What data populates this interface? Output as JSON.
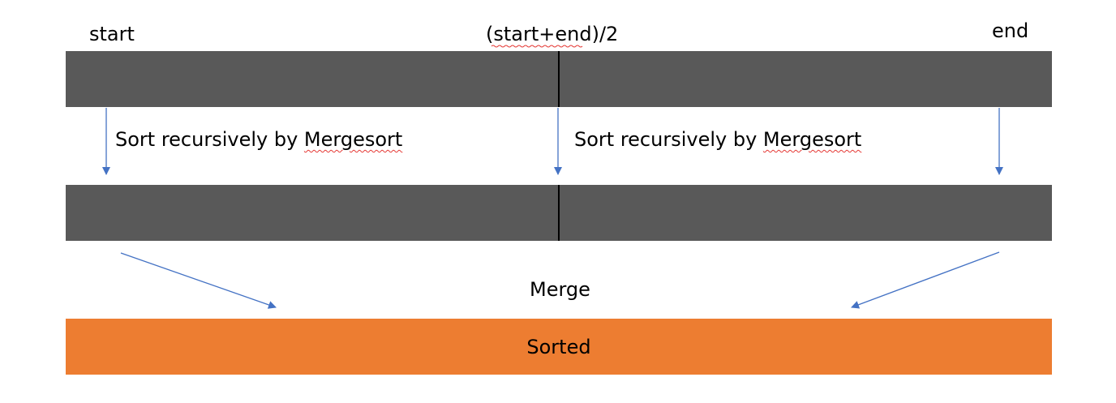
{
  "labels": {
    "start": "start",
    "mid": "(start+end)/2",
    "end": "end",
    "sort_left": "Sort recursively by ",
    "sort_right": "Sort recursively by ",
    "mergesort_word": "Mergesort",
    "merge": "Merge",
    "sorted": "Sorted"
  },
  "colors": {
    "unsorted_bar": "#595959",
    "sorted_bar": "#ed7d31",
    "arrow": "#4472c4",
    "divider": "#000000",
    "spellcheck_underline": "#e53935"
  }
}
